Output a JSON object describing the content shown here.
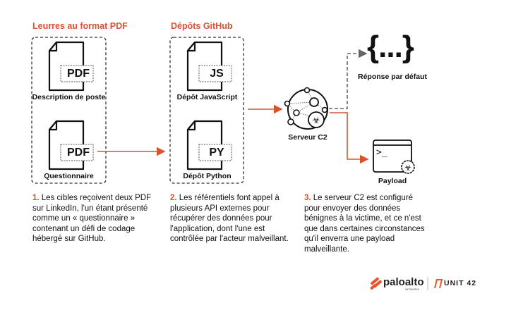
{
  "groups": [
    {
      "title": "Leurres au format PDF",
      "items": [
        {
          "tag": "PDF",
          "label": "Description de poste"
        },
        {
          "tag": "PDF",
          "label": "Questionnaire"
        }
      ]
    },
    {
      "title": "Dépôts GitHub",
      "items": [
        {
          "tag": "JS",
          "label": "Dépôt JavaScript"
        },
        {
          "tag": "PY",
          "label": "Dépôt Python"
        }
      ]
    }
  ],
  "c2": {
    "label": "Serveur C2"
  },
  "default_response": {
    "glyph": "{...}",
    "label": "Réponse par défaut"
  },
  "payload": {
    "prompt": ">_",
    "label": "Payload"
  },
  "steps": [
    {
      "num": "1.",
      "text": " Les cibles reçoivent deux PDF sur LinkedIn, l'un étant présenté comme un « questionnaire » contenant un défi de codage hébergé sur GitHub."
    },
    {
      "num": "2.",
      "text": " Les référentiels font appel à plusieurs API externes pour récupérer des données pour l'application, dont l'une est contrôlée par l'acteur malveillant."
    },
    {
      "num": "3.",
      "text": " Le serveur C2 est configuré pour envoyer des données bénignes à la victime, et ce n'est que dans certaines circonstances qu'il enverra une payload malveillante."
    }
  ],
  "logos": {
    "paloalto": "paloalto",
    "paloalto_sub": "NETWORKS",
    "unit42": "UNIT 42"
  },
  "colors": {
    "accent": "#d9532c",
    "dashed": "#666666"
  }
}
